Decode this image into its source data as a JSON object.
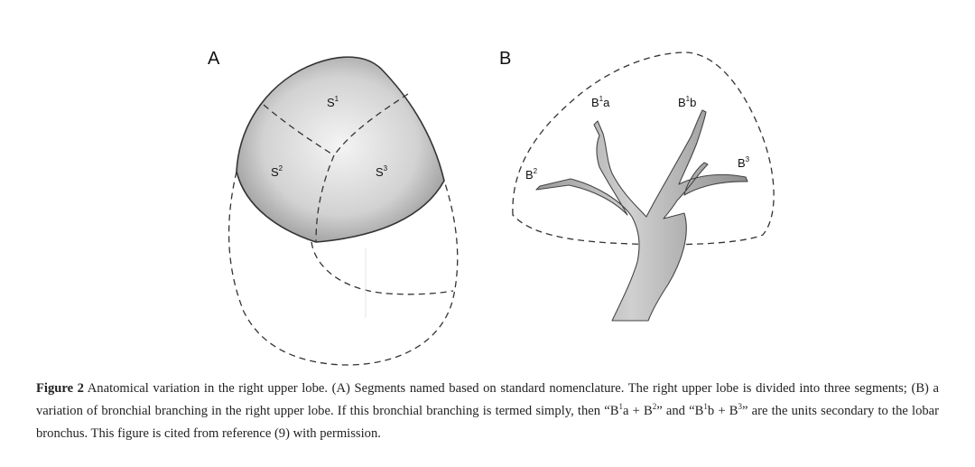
{
  "figure": {
    "panel_a": {
      "letter": "A",
      "segments": [
        {
          "name": "S",
          "sup": "1"
        },
        {
          "name": "S",
          "sup": "2"
        },
        {
          "name": "S",
          "sup": "3"
        }
      ]
    },
    "panel_b": {
      "letter": "B",
      "branches": [
        {
          "name": "B",
          "sup": "1",
          "suffix": "a"
        },
        {
          "name": "B",
          "sup": "1",
          "suffix": "b"
        },
        {
          "name": "B",
          "sup": "2",
          "suffix": ""
        },
        {
          "name": "B",
          "sup": "3",
          "suffix": ""
        }
      ]
    }
  },
  "caption": {
    "figure_number": "Figure 2",
    "part1": " Anatomical variation in the right upper lobe. (A) Segments named based on standard nomenclature. The right upper lobe is divided into three segments; (B) a variation of bronchial branching in the right upper lobe. If this bronchial branching is termed simply, then “B",
    "sup1": "1",
    "part2": "a + B",
    "sup2": "2",
    "part3": "” and “B",
    "sup3": "1",
    "part4": "b + B",
    "sup4": "3",
    "part5": "” are the units secondary to the lobar bronchus. This figure is cited from reference (9) with permission."
  }
}
